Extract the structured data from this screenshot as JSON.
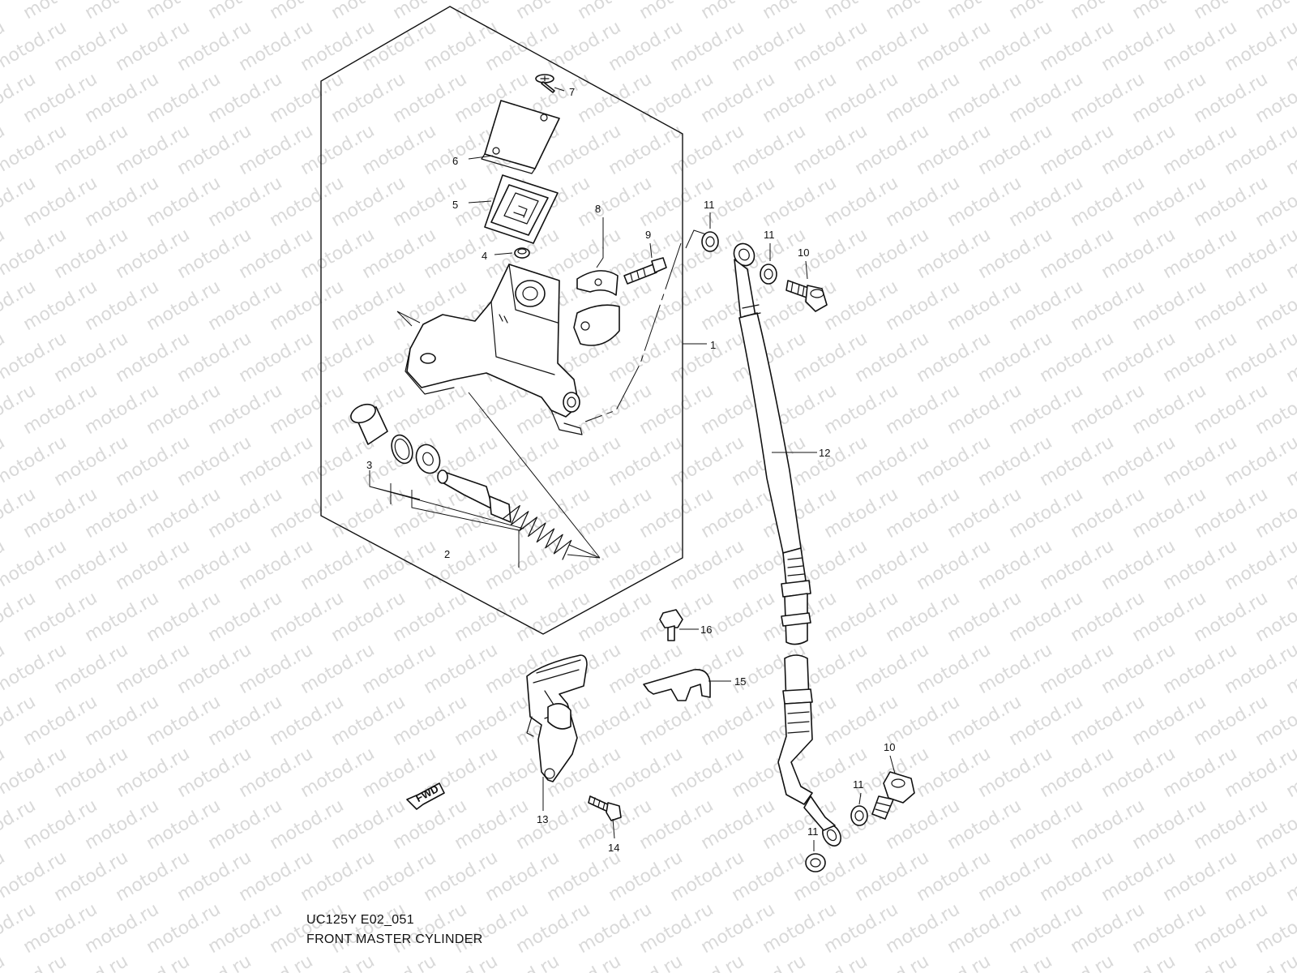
{
  "watermark": "motod.ru",
  "drawing_code": "UC125Y E02_051",
  "title": "FRONT MASTER CYLINDER",
  "fwd_label": "FWD",
  "callouts": {
    "c1": "1",
    "c2": "2",
    "c3": "3",
    "c4": "4",
    "c5": "5",
    "c6": "6",
    "c7": "7",
    "c8": "8",
    "c9": "9",
    "c10a": "10",
    "c10b": "10",
    "c11a": "11",
    "c11b": "11",
    "c11c": "11",
    "c11d": "11",
    "c12": "12",
    "c13": "13",
    "c14": "14",
    "c15": "15",
    "c16": "16"
  }
}
